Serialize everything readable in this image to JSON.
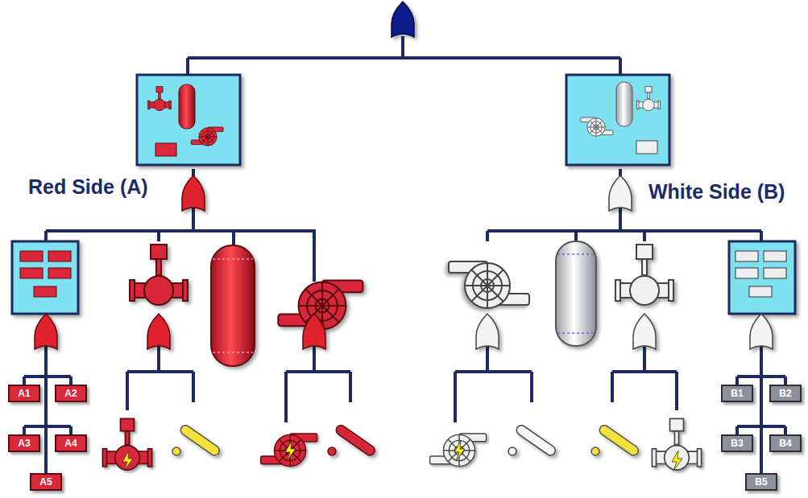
{
  "diagram": {
    "nodes": [
      {
        "text": [
          "A1"
        ]
      },
      {
        "text": [
          "A2"
        ]
      },
      {
        "text": [
          "A3"
        ]
      },
      {
        "text": [
          "A4"
        ]
      },
      {
        "text": [
          "A5"
        ]
      },
      {
        "text": [
          "B1"
        ]
      },
      {
        "text": [
          "B2"
        ]
      },
      {
        "text": [
          "B3"
        ]
      },
      {
        "text": [
          "B4"
        ]
      },
      {
        "text": [
          "B5"
        ]
      }
    ],
    "labels": [
      "Red Side (A)",
      "White Side (B)"
    ]
  }
}
